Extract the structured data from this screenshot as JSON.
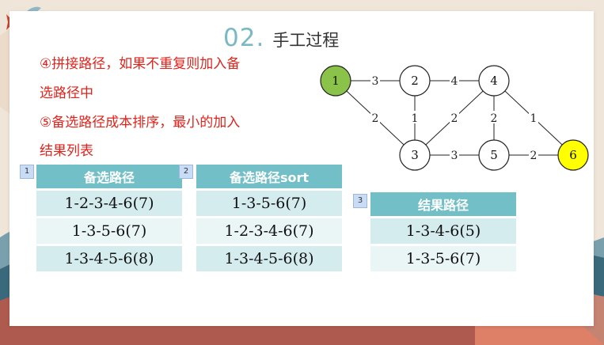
{
  "slide": {
    "number": "02.",
    "title": "手工过程",
    "step4_line1": "④拼接路径，如果不重复则加入备",
    "step4_line2": "选路径中",
    "step5_line1": "⑤备选路径成本排序，最小的加入",
    "step5_line2": "结果列表"
  },
  "tables": [
    {
      "tag": "1",
      "header": "备选路径",
      "rows": [
        "1-2-3-4-6(7)",
        "1-3-5-6(7)",
        "1-3-4-5-6(8)"
      ]
    },
    {
      "tag": "2",
      "header": "备选路径sort",
      "rows": [
        "1-3-5-6(7)",
        "1-2-3-4-6(7)",
        "1-3-4-5-6(8)"
      ]
    },
    {
      "tag": "3",
      "header": "结果路径",
      "rows": [
        "1-3-4-6(5)",
        "1-3-5-6(7)"
      ]
    }
  ],
  "graph": {
    "nodes": [
      {
        "id": "1",
        "color": "#8bc34a"
      },
      {
        "id": "2",
        "color": "#ffffff"
      },
      {
        "id": "4",
        "color": "#ffffff"
      },
      {
        "id": "3",
        "color": "#ffffff"
      },
      {
        "id": "5",
        "color": "#ffffff"
      },
      {
        "id": "6",
        "color": "#ffff00"
      }
    ],
    "edges": [
      {
        "from": "1",
        "to": "2",
        "weight": "3"
      },
      {
        "from": "2",
        "to": "4",
        "weight": "4"
      },
      {
        "from": "1",
        "to": "3",
        "weight": "2"
      },
      {
        "from": "2",
        "to": "3",
        "weight": "1"
      },
      {
        "from": "3",
        "to": "4",
        "weight": "2"
      },
      {
        "from": "4",
        "to": "5",
        "weight": "2"
      },
      {
        "from": "4",
        "to": "6",
        "weight": "1"
      },
      {
        "from": "3",
        "to": "5",
        "weight": "3"
      },
      {
        "from": "5",
        "to": "6",
        "weight": "2"
      }
    ]
  }
}
